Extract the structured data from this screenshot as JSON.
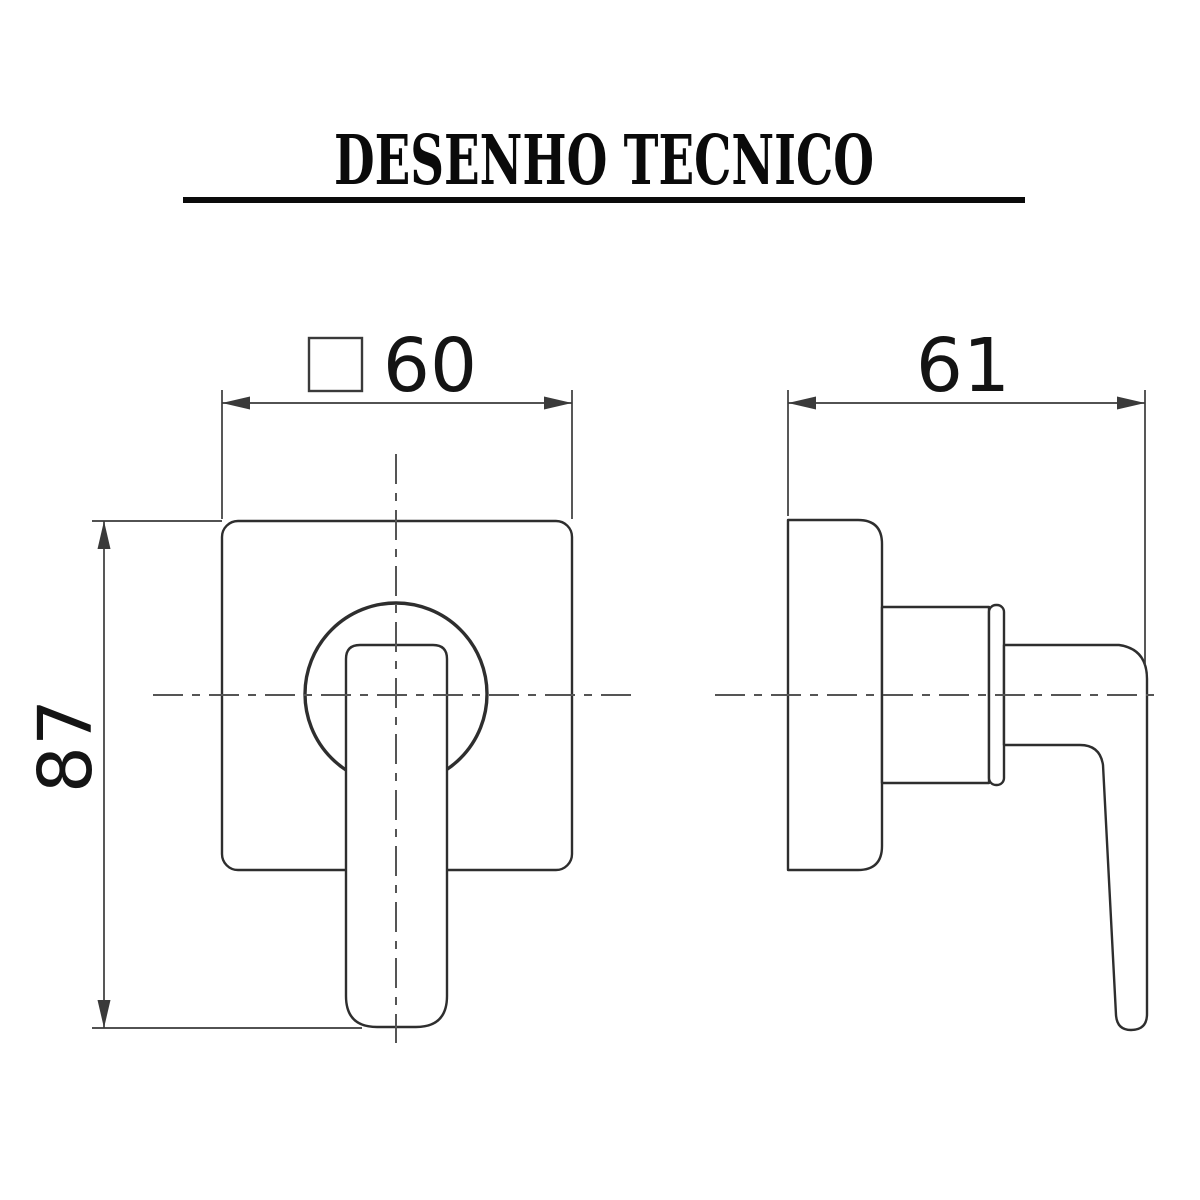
{
  "page": {
    "background": "#ffffff"
  },
  "header": {
    "title": "DESENHO TECNICO"
  },
  "dimensions": {
    "faceplate_square": {
      "symbol": "square",
      "value": "60"
    },
    "overall_depth": {
      "value": "61"
    },
    "overall_height": {
      "value": "87"
    }
  },
  "colors": {
    "outline": "#2e2e2e",
    "centerline": "#555555",
    "dimension": "#3a3a3a",
    "label_text": "#141414",
    "title_text": "#0a0a0a"
  }
}
